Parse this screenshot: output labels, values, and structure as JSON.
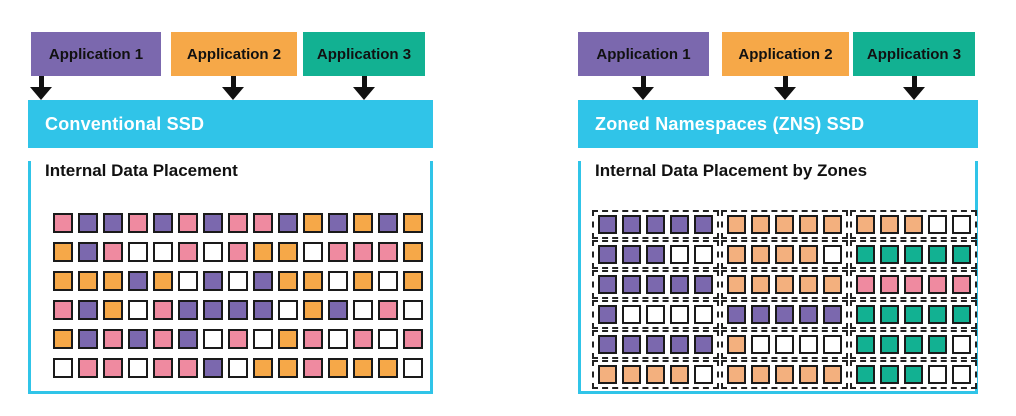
{
  "colors": {
    "purple": "#7B68AE",
    "orange": "#F6A848",
    "peach": "#F3B07E",
    "teal": "#12B192",
    "pink": "#EF8AA0",
    "white": "#FFFFFF",
    "cyan": "#30C4E8"
  },
  "left_panel": {
    "applications": [
      {
        "label": "Application 1",
        "color": "#7B68AE"
      },
      {
        "label": "Application 2",
        "color": "#F6A848"
      },
      {
        "label": "Application 3",
        "color": "#12B192"
      }
    ],
    "ssd_title": "Conventional SSD",
    "body_title": "Internal Data Placement",
    "grid": [
      [
        "pink",
        "purple",
        "purple",
        "pink",
        "purple",
        "pink",
        "purple",
        "pink",
        "pink",
        "purple",
        "orange",
        "purple",
        "orange",
        "purple",
        "orange"
      ],
      [
        "orange",
        "purple",
        "pink",
        "white",
        "white",
        "pink",
        "white",
        "pink",
        "orange",
        "orange",
        "white",
        "pink",
        "pink",
        "pink",
        "orange"
      ],
      [
        "orange",
        "orange",
        "orange",
        "purple",
        "orange",
        "white",
        "purple",
        "white",
        "purple",
        "orange",
        "orange",
        "white",
        "orange",
        "white",
        "orange"
      ],
      [
        "pink",
        "purple",
        "orange",
        "white",
        "pink",
        "purple",
        "purple",
        "purple",
        "purple",
        "white",
        "orange",
        "purple",
        "white",
        "pink",
        "white"
      ],
      [
        "orange",
        "purple",
        "pink",
        "purple",
        "pink",
        "purple",
        "white",
        "pink",
        "white",
        "orange",
        "pink",
        "white",
        "pink",
        "white",
        "pink"
      ],
      [
        "white",
        "pink",
        "pink",
        "white",
        "pink",
        "pink",
        "purple",
        "white",
        "orange",
        "orange",
        "pink",
        "orange",
        "orange",
        "orange",
        "white"
      ]
    ]
  },
  "right_panel": {
    "applications": [
      {
        "label": "Application 1",
        "color": "#7B68AE"
      },
      {
        "label": "Application 2",
        "color": "#F6A848"
      },
      {
        "label": "Application 3",
        "color": "#12B192"
      }
    ],
    "ssd_title": "Zoned Namespaces (ZNS) SSD",
    "body_title": "Internal Data Placement by Zones",
    "zones": [
      [
        [
          "purple",
          "purple",
          "purple",
          "purple",
          "purple"
        ],
        [
          "peach",
          "peach",
          "peach",
          "peach",
          "peach"
        ],
        [
          "peach",
          "peach",
          "peach",
          "white",
          "white"
        ]
      ],
      [
        [
          "purple",
          "purple",
          "purple",
          "white",
          "white"
        ],
        [
          "peach",
          "peach",
          "peach",
          "peach",
          "white"
        ],
        [
          "teal",
          "teal",
          "teal",
          "teal",
          "teal"
        ]
      ],
      [
        [
          "purple",
          "purple",
          "purple",
          "purple",
          "purple"
        ],
        [
          "peach",
          "peach",
          "peach",
          "peach",
          "peach"
        ],
        [
          "pink",
          "pink",
          "pink",
          "pink",
          "pink"
        ]
      ],
      [
        [
          "purple",
          "white",
          "white",
          "white",
          "white"
        ],
        [
          "purple",
          "purple",
          "purple",
          "purple",
          "purple"
        ],
        [
          "teal",
          "teal",
          "teal",
          "teal",
          "teal"
        ]
      ],
      [
        [
          "purple",
          "purple",
          "purple",
          "purple",
          "purple"
        ],
        [
          "peach",
          "white",
          "white",
          "white",
          "white"
        ],
        [
          "teal",
          "teal",
          "teal",
          "teal",
          "white"
        ]
      ],
      [
        [
          "peach",
          "peach",
          "peach",
          "peach",
          "white"
        ],
        [
          "peach",
          "peach",
          "peach",
          "peach",
          "peach"
        ],
        [
          "teal",
          "teal",
          "teal",
          "white",
          "white"
        ]
      ]
    ]
  }
}
